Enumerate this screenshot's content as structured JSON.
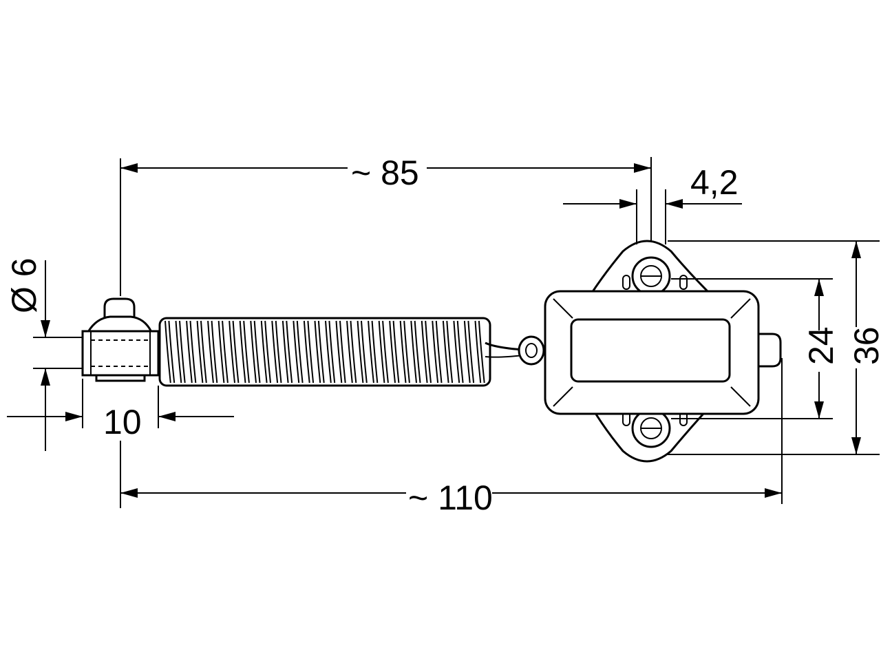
{
  "dimensions": {
    "length_85": "~ 85",
    "length_110": "~ 110",
    "hole_diameter": "4,2",
    "diameter_6": "Ø 6",
    "width_10": "10",
    "hole_spacing": "24",
    "height_36": "36"
  }
}
